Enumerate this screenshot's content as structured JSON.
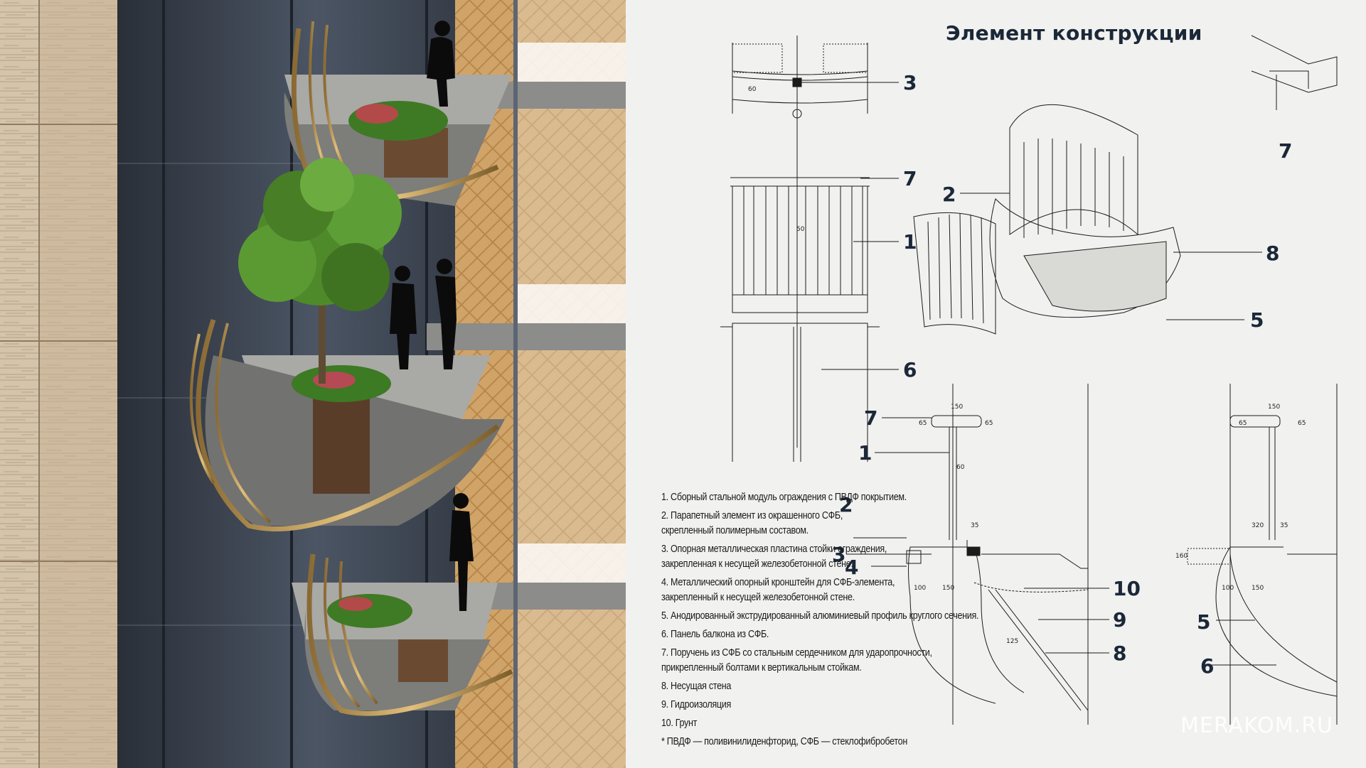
{
  "title": "Элемент конструкции",
  "callouts": {
    "plan_top": [
      "3",
      "7",
      "1",
      "6"
    ],
    "axon": [
      "7",
      "2",
      "8",
      "5"
    ],
    "section_left": [
      "7",
      "1",
      "2",
      "3",
      "4",
      "10",
      "9",
      "8"
    ],
    "section_right": [
      "5",
      "6"
    ]
  },
  "dimensions": {
    "plan": [
      "60",
      "50"
    ],
    "section_left": [
      "150",
      "65",
      "65",
      "60",
      "35",
      "100",
      "150",
      "125"
    ],
    "section_right": [
      "150",
      "65",
      "65",
      "320",
      "35",
      "160",
      "100",
      "150"
    ]
  },
  "legend": [
    "1. Сборный стальной модуль ограждения с ПВДФ покрытием.",
    "2. Парапетный элемент из окрашенного СФБ,",
    "скрепленный полимерным составом.",
    "3. Опорная металлическая пластина стойки ограждения,",
    "закрепленная к несущей железобетонной стене.",
    "4. Металлический опорный кронштейн для СФБ-элемента,",
    "закрепленный к несущей железобетонной стене.",
    "5. Анодированный экструдированный алюминиевый профиль круглого сечения.",
    "6. Панель балкона из СФБ.",
    "7. Поручень из СФБ со стальным сердечником для ударопрочности,",
    "прикрепленный болтами к вертикальным стойкам.",
    "8. Несущая стена",
    "9. Гидроизоляция",
    "10. Грунт",
    "*  ПВДФ — поливинилиденфторид, СФБ — стеклофибробетон"
  ],
  "watermark": "MERAKOM.RU",
  "colors": {
    "background": "#f1f1f0",
    "ink": "#1b2838",
    "travertine": "#c9b79e",
    "parquet": "#c89a5e",
    "glass": "#3b4452",
    "brass": "#c8a25a",
    "foliage": "#4f8a2a"
  },
  "icons": [
    "tree-image",
    "person-silhouette",
    "fern-planter"
  ]
}
